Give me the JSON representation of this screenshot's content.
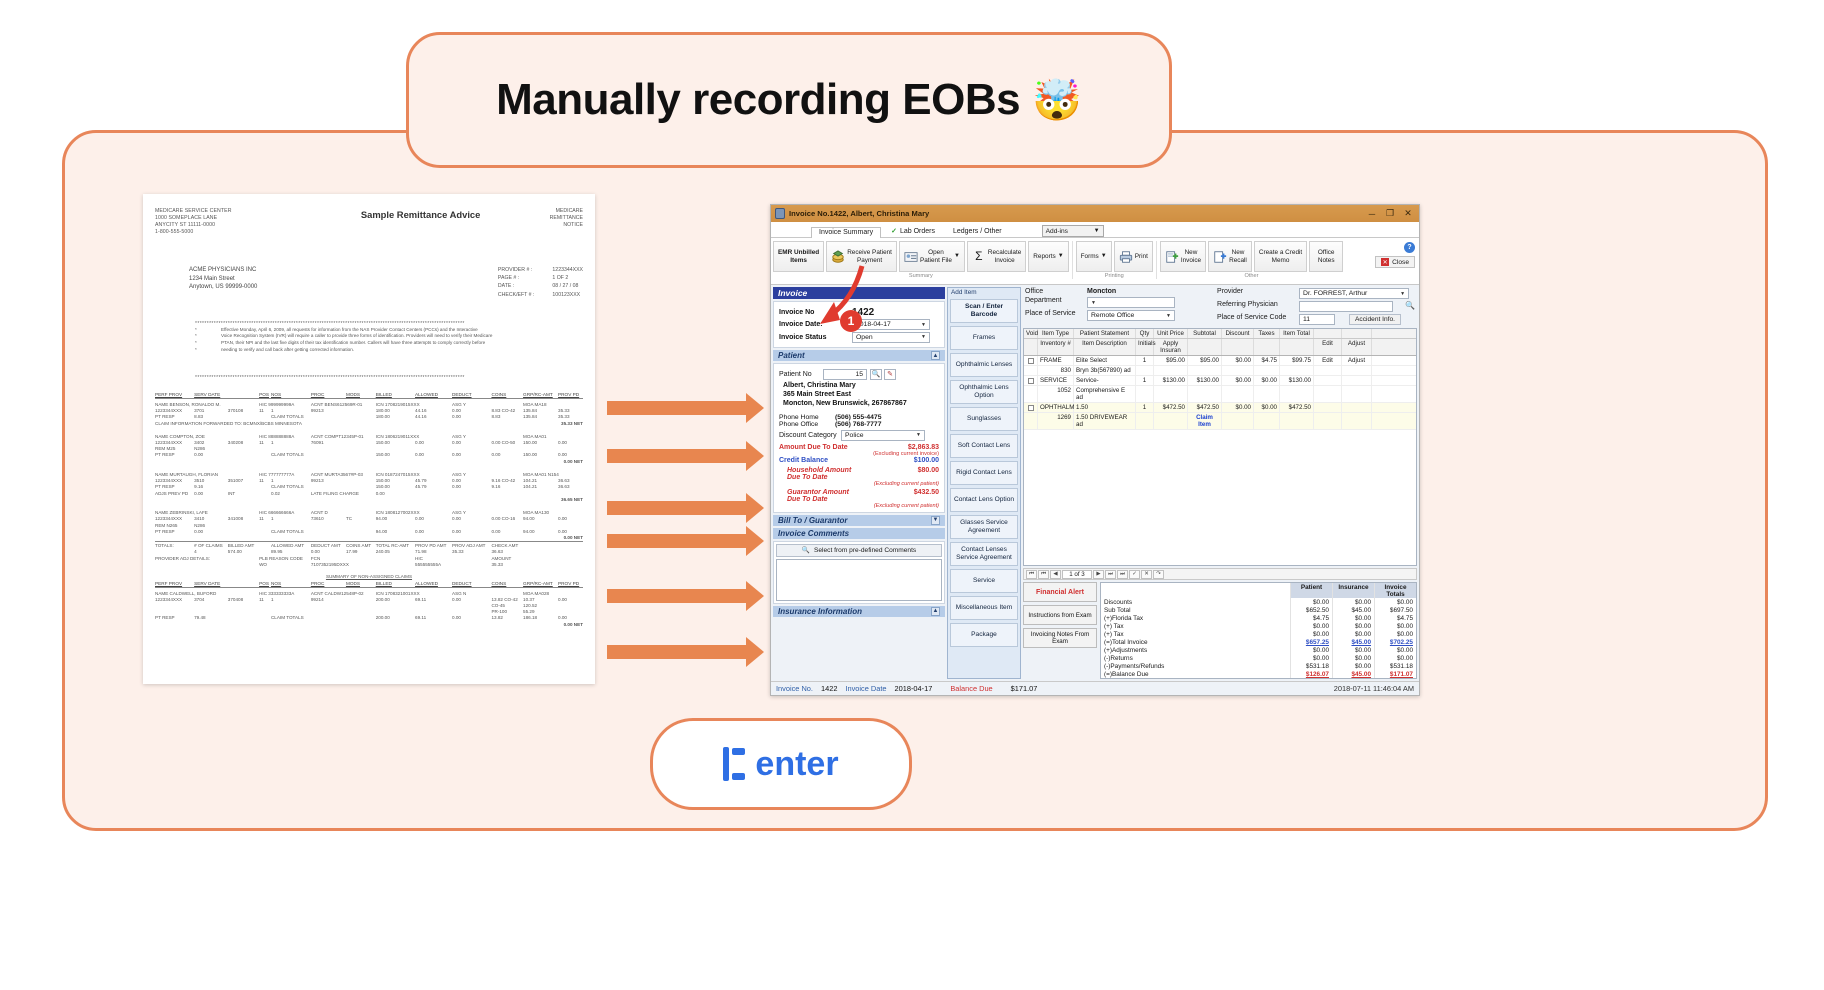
{
  "banner": {
    "title": "Manually recording EOBs",
    "emoji": "🤯"
  },
  "footer": {
    "brand": "enter"
  },
  "document": {
    "payer": [
      "MEDICARE SERVICE CENTER",
      "1000 SOMEPLACE LANE",
      "ANYCITY  ST  11111-0000",
      "1-800-555-5000"
    ],
    "title": "Sample Remittance Advice",
    "notice": [
      "MEDICARE",
      "REMITTANCE",
      "NOTICE"
    ],
    "provider_addr": [
      "ACME PHYSICIANS INC",
      "1234 Main Street",
      "Anytown,  US  99999-0000"
    ],
    "meta_labels": [
      "PROVIDER # :",
      "PAGE # :",
      "DATE :",
      "CHECK/EFT # :"
    ],
    "meta_values": [
      "1223344XXX",
      "1 OF  2",
      "08 / 27 / 08",
      "100123XXX"
    ],
    "bulletins": [
      "Effective Monday, April 6, 2009, all requests for information from the NAS Provider Contact Centers (PCCs) and the Interactive",
      "Voice Recognition System (IVR) will require a caller to provide three forms of identification. Providers will need to verify their Medicare",
      "PTAN, their NPI and the last five digits of their tax identification number. Callers will have three attempts to comply correctly before",
      "needing to verify and call back after getting corrected information."
    ],
    "columns": [
      "PERF PROV",
      "SERV DATE",
      "POS",
      "NOS",
      "PROC",
      "MODS",
      "BILLED",
      "ALLOWED",
      "DEDUCT",
      "COINS",
      "GRP/RC-AMT",
      "PROV PD"
    ],
    "claims": [
      {
        "name_line": [
          "NAME  BENSON, RONALDO M.",
          "HIC  999999999A",
          "ACNT BENS612569R-01",
          "ICN 1708219015XXX",
          "ASG  Y",
          "MOA  MA18"
        ],
        "rows": [
          [
            "1223344XXX",
            "3701",
            "370108",
            "11",
            "1",
            "99213",
            "",
            "180.00",
            "44.16",
            "0.00",
            "8.83 CO-42",
            "135.84",
            "35.33"
          ],
          [
            "PT RESP",
            "8.83",
            "",
            "",
            "CLAIM TOTALS",
            "",
            "",
            "180.00",
            "44.16",
            "0.00",
            "8.83",
            "135.84",
            "35.33"
          ]
        ],
        "forward": "CLAIM INFORMATION FORWARDED TO:      BCMNX/BCBS MINNESOTA",
        "net": "35.33 NET"
      },
      {
        "name_line": [
          "NAME  COMPTON, ZOE",
          "HIC  888888888A",
          "ACNT COMPT12345P-01",
          "ICN 1806219011XXX",
          "ASG  Y",
          "MOA  MA01"
        ],
        "rows": [
          [
            "1223344XXX",
            "3402",
            "340208",
            "11",
            "1",
            "76091",
            "",
            "150.00",
            "0.00",
            "0.00",
            "0.00 CO-50",
            "150.00",
            "0.00"
          ],
          [
            "REM  M25",
            "N286",
            "",
            "",
            "",
            "",
            "",
            "",
            "",
            "",
            "",
            "",
            ""
          ],
          [
            "PT RESP",
            "0.00",
            "",
            "",
            "CLAIM TOTALS",
            "",
            "",
            "150.00",
            "0.00",
            "0.00",
            "0.00",
            "150.00",
            "0.00"
          ]
        ],
        "net": "0.00 NET"
      },
      {
        "name_line": [
          "NAME  MURTAUGH, FLORIAN",
          "HIC  777777777A",
          "ACNT MURTA3567#P-03",
          "ICN 0187247015XXX",
          "ASG  Y",
          "MOA  MA01  N154"
        ],
        "rows": [
          [
            "1223344XXX",
            "3510",
            "351007",
            "11",
            "1",
            "99213",
            "",
            "150.00",
            "45.79",
            "0.00",
            "9.16 CO-42",
            "104.21",
            "36.63"
          ],
          [
            "PT RESP",
            "9.16",
            "",
            "",
            "CLAIM TOTALS",
            "",
            "",
            "150.00",
            "45.79",
            "0.00",
            "9.16",
            "104.21",
            "36.63"
          ],
          [
            "ADJS  PREV PD",
            "0.00",
            "INT",
            "",
            "0.02",
            "LATE FILING CHARGE",
            "",
            "0.00",
            "",
            "",
            "",
            "",
            ""
          ]
        ],
        "net": "36.65 NET"
      },
      {
        "name_line": [
          "NAME  ZEBRINSKI, LAFE",
          "HIC  666666666A",
          "ACNT  D",
          "ICN 1808127002XXX",
          "ASG  Y",
          "MOA  MA130"
        ],
        "rows": [
          [
            "1223344XXX",
            "3410",
            "341008",
            "11",
            "1",
            "73610",
            "TC",
            "94.00",
            "0.00",
            "0.00",
            "0.00 CO-16",
            "94.00",
            "0.00"
          ],
          [
            "REM   N265",
            "N286",
            "",
            "",
            "",
            "",
            "",
            "",
            "",
            "",
            "",
            "",
            ""
          ],
          [
            "PT RESP",
            "0.00",
            "",
            "",
            "CLAIM TOTALS",
            "",
            "",
            "94.00",
            "0.00",
            "0.00",
            "0.00",
            "94.00",
            "0.00"
          ]
        ],
        "net": "0.00 NET"
      }
    ],
    "totals": {
      "labels": [
        "TOTALS:",
        "# OF CLAIMS",
        "BILLED AMT",
        "ALLOWED AMT",
        "DEDUCT AMT",
        "COINS AMT",
        "TOTAL RC-AMT",
        "PROV PD AMT",
        "PROV ADJ AMT",
        "CHECK AMT"
      ],
      "values": [
        "",
        "4",
        "574.00",
        "89.95",
        "0.00",
        "17.99",
        "240.05",
        "71.98",
        "35.33",
        "36.63"
      ],
      "adj_label": "PROVIDER  ADJ  DETAILS:",
      "adj_cols": [
        "PLB REASON CODE",
        "FCN",
        "HIC",
        "AMOUNT"
      ],
      "adj_vals": [
        "WO",
        "7107352195DXXX",
        "555555555A",
        "35.33"
      ]
    },
    "summary_header": "SUMMARY OF NON-ASSIGNED CLAIMS",
    "summary_claim": {
      "name_line": [
        "NAME  CALDWELL, BUFORD",
        "HIC  333333333A",
        "ACNT CALDW12548P-02",
        "ICN 1708321001XXX",
        "ASG  N",
        "MOA  MA028"
      ],
      "rows": [
        [
          "1223344XXX",
          "3704",
          "370408",
          "11",
          "1",
          "99214",
          "",
          "200.00",
          "69.11",
          "0.00",
          "13.82 CO-42",
          "10.37",
          "0.00"
        ],
        [
          "",
          "",
          "",
          "",
          "",
          "",
          "",
          "",
          "",
          "",
          "CO-45",
          "120.52",
          ""
        ],
        [
          "",
          "",
          "",
          "",
          "",
          "",
          "",
          "",
          "",
          "",
          "PR-100",
          "55.29",
          ""
        ],
        [
          "PT RESP",
          "79.48",
          "",
          "",
          "CLAIM TOTALS",
          "",
          "",
          "200.00",
          "69.11",
          "0.00",
          "13.82",
          "186.18",
          "0.00"
        ]
      ],
      "net": "0.00 NET"
    }
  },
  "app": {
    "title": "Invoice No.1422, Albert, Christina Mary",
    "window_buttons": {
      "minimize": "─",
      "maximize": "❐",
      "close": "✕"
    },
    "tabs": [
      {
        "label": "Invoice Summary",
        "active": true,
        "check": false
      },
      {
        "label": "Lab Orders",
        "active": false,
        "check": true
      },
      {
        "label": "Ledgers / Other",
        "active": false,
        "check": false
      }
    ],
    "addins_label": "Add-ins",
    "ribbon": {
      "groups": [
        {
          "label": "Summary",
          "buttons": [
            {
              "label": "EMR Unbilled\nItems",
              "icon": "none",
              "bold": true,
              "caret": false
            },
            {
              "label": "Receive Patient\nPayment",
              "icon": "money",
              "bold": false,
              "caret": false
            },
            {
              "label": "Open\nPatient File",
              "icon": "card",
              "bold": false,
              "caret": true
            },
            {
              "label": "Recalculate\nInvoice",
              "icon": "sigma",
              "bold": false,
              "caret": false
            },
            {
              "label": "Reports",
              "icon": "none",
              "bold": false,
              "caret": true
            }
          ]
        },
        {
          "label": "Printing",
          "buttons": [
            {
              "label": "Forms",
              "icon": "none",
              "bold": false,
              "caret": true
            },
            {
              "label": "Print",
              "icon": "printer",
              "bold": false,
              "caret": false
            }
          ]
        },
        {
          "label": "Other",
          "buttons": [
            {
              "label": "New\nInvoice",
              "icon": "newdoc",
              "bold": false,
              "caret": false
            },
            {
              "label": "New\nRecall",
              "icon": "plus",
              "bold": false,
              "caret": false
            },
            {
              "label": "Create a Credit\nMemo",
              "icon": "none",
              "bold": false,
              "caret": false
            },
            {
              "label": "Office\nNotes",
              "icon": "none",
              "bold": false,
              "caret": false
            }
          ]
        }
      ],
      "close_label": "Close",
      "help_label": "?"
    },
    "invoice_section": {
      "header": "Invoice",
      "invoice_no_label": "Invoice No",
      "invoice_no": "1422",
      "invoice_date_label": "Invoice Date:",
      "invoice_date": "2018-04-17",
      "invoice_status_label": "Invoice Status",
      "invoice_status": "Open"
    },
    "patient_section": {
      "header": "Patient",
      "patient_no_label": "Patient No",
      "patient_no": "15",
      "name": "Albert, Christina Mary",
      "address1": "365 Main Street East",
      "address2": "Moncton, New Brunswick, 267867867",
      "phone_home_label": "Phone Home",
      "phone_home": "(506) 555-4475",
      "phone_office_label": "Phone Office",
      "phone_office": "(506) 768-7777",
      "discount_label": "Discount Category",
      "discount_value": "Police",
      "amount_due_label": "Amount Due To Date",
      "amount_due": "$2,863.83",
      "amount_due_note": "(Excluding current invoice)",
      "credit_balance_label": "Credit Balance",
      "credit_balance": "$100.00",
      "household_label": "Household Amount\nDue To Date",
      "household_value": "$80.00",
      "household_note": "(Excluding current patient)",
      "guarantor_label": "Guarantor Amount\nDue To Date",
      "guarantor_value": "$432.50",
      "guarantor_note": "(Excluding current patient)"
    },
    "bill_to_header": "Bill To / Guarantor",
    "comments_header": "Invoice Comments",
    "comments_button": "Select from pre-defined Comments",
    "insurance_header": "Insurance Information",
    "add_item": {
      "caption": "Add Item",
      "scan_label": "Scan / Enter Barcode",
      "items": [
        "Frames",
        "Ophthalmic Lenses",
        "Ophthalmic Lens Option",
        "Sunglasses",
        "Soft Contact Lens",
        "Rigid Contact Lens",
        "Contact Lens Option",
        "Glasses Service Agreement",
        "Contact Lenses Service Agreement",
        "Service",
        "Miscellaneous Item",
        "Package"
      ]
    },
    "top_fields": {
      "office_label": "Office",
      "office_value": "Moncton",
      "provider_label": "Provider",
      "provider_value": "Dr. FORREST, Arthur",
      "department_label": "Department",
      "department_value": "",
      "referring_label": "Referring Physician",
      "referring_value": "",
      "pos_label": "Place of Service",
      "pos_value": "Remote Office",
      "pos_code_label": "Place of Service Code",
      "pos_code_value": "11",
      "accident_button": "Accident Info."
    },
    "items_grid": {
      "headers_row1": [
        "Void",
        "Item Type",
        "Patient Statement",
        "Qty",
        "Unit Price",
        "Subtotal",
        "Discount",
        "Taxes",
        "Item Total",
        "",
        ""
      ],
      "headers_row2": [
        "",
        "Inventory #",
        "Item Description",
        "Initials",
        "Apply Insuran",
        "",
        "",
        "",
        "",
        "Edit",
        "Adjust"
      ],
      "rows": [
        {
          "type": "FRAME",
          "desc": "Elite Select",
          "qty": "1",
          "unit": "$95.00",
          "sub": "$95.00",
          "disc": "$0.00",
          "tax": "$4.75",
          "total": "$99.75",
          "edit": "Edit",
          "adjust": "Adjust",
          "alt": false
        },
        {
          "type": "830",
          "desc": "Bryn 3b(567890) ad",
          "qty": "",
          "unit": "",
          "sub": "",
          "disc": "",
          "tax": "",
          "total": "",
          "edit": "",
          "adjust": "",
          "alt": false
        },
        {
          "type": "SERVICE",
          "desc": "Service-",
          "qty": "1",
          "unit": "$130.00",
          "sub": "$130.00",
          "disc": "$0.00",
          "tax": "$0.00",
          "total": "$130.00",
          "edit": "",
          "adjust": "",
          "alt": false
        },
        {
          "type": "1052",
          "desc": "Comprehensive E ad",
          "qty": "",
          "unit": "",
          "sub": "",
          "disc": "",
          "tax": "",
          "total": "",
          "edit": "",
          "adjust": "",
          "alt": false
        },
        {
          "type": "OPHTHALM",
          "desc": "1.50",
          "qty": "1",
          "unit": "$472.50",
          "sub": "$472.50",
          "disc": "$0.00",
          "tax": "$0.00",
          "total": "$472.50",
          "edit": "",
          "adjust": "",
          "alt": true
        },
        {
          "type": "1269",
          "desc": "1.50 DRIVEWEAR ad",
          "qty": "",
          "unit": "",
          "sub": "",
          "disc": "",
          "tax": "",
          "total": "",
          "edit": "Claim Item",
          "adjust": "",
          "alt": true
        }
      ]
    },
    "record_nav": {
      "page_text": "1 of 3"
    },
    "financial": {
      "alert_label": "Financial Alert",
      "buttons": [
        "Instructions from Exam",
        "Invoicing Notes From Exam"
      ],
      "columns": [
        "",
        "Patient",
        "Insurance",
        "Invoice Totals"
      ],
      "rows": [
        {
          "label": "Discounts",
          "patient": "$0.00",
          "insurance": "$0.00",
          "total": "$0.00"
        },
        {
          "label": "Sub Total",
          "patient": "$652.50",
          "insurance": "$45.00",
          "total": "$697.50"
        },
        {
          "label": "(+)Florida Tax",
          "patient": "$4.75",
          "insurance": "$0.00",
          "total": "$4.75"
        },
        {
          "label": "(+) Tax",
          "patient": "$0.00",
          "insurance": "$0.00",
          "total": "$0.00"
        },
        {
          "label": "(+) Tax",
          "patient": "$0.00",
          "insurance": "$0.00",
          "total": "$0.00"
        },
        {
          "label": "(=)Total Invoice",
          "patient": "$657.25",
          "insurance": "$45.00",
          "total": "$702.25",
          "underline": true
        },
        {
          "label": "(+)Adjustments",
          "patient": "$0.00",
          "insurance": "$0.00",
          "total": "$0.00"
        },
        {
          "label": "(-)Returns",
          "patient": "$0.00",
          "insurance": "$0.00",
          "total": "$0.00"
        },
        {
          "label": "(-)Payments/Refunds",
          "patient": "$531.18",
          "insurance": "$0.00",
          "total": "$531.18"
        },
        {
          "label": "(=)Balance Due",
          "patient": "$126.07",
          "insurance": "$45.00",
          "total": "$171.07",
          "red": true
        }
      ]
    },
    "statusbar": {
      "invoice_no_label": "Invoice No.",
      "invoice_no": "1422",
      "invoice_date_label": "Invoice Date",
      "invoice_date": "2018-04-17",
      "balance_label": "Balance Due",
      "balance": "$171.07",
      "timestamp": "2018-07-11 11:46:04 AM"
    },
    "callout": {
      "number": "1"
    }
  }
}
